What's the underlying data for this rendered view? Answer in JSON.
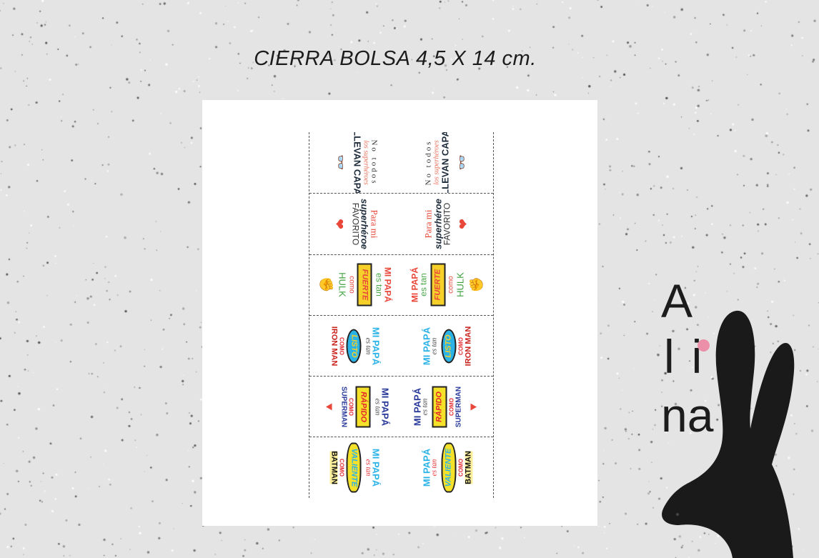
{
  "title": "CIERRA BOLSA 4,5 X 14 cm.",
  "logo": {
    "line1": "A",
    "line2": "li",
    "line3": "na",
    "accent_color": "#ec8fa8"
  },
  "stickers": [
    {
      "lines": [
        "No todos",
        "los superhéroes",
        "LLEVAN CAPA"
      ],
      "icon": "glasses-icon",
      "glyph": "👓"
    },
    {
      "lines": [
        "Para mi",
        "superhéroe",
        "FAVORITO"
      ],
      "icon": "heart-icon",
      "glyph": "❤"
    },
    {
      "lines": [
        "MI PAPÁ",
        "es tan",
        "FUERTE",
        "como",
        "HULK"
      ],
      "icon": "fist-icon",
      "glyph": "✊"
    },
    {
      "lines": [
        "MI PAPÁ",
        "es tan",
        "LISTO",
        "COMO",
        "IRON MAN"
      ],
      "icon": "bubble-icon",
      "glyph": ""
    },
    {
      "lines": [
        "MI PAPÁ",
        "es tan",
        "RÁPIDO",
        "COMO",
        "SUPERMAN"
      ],
      "icon": "cape-icon",
      "glyph": "⯆"
    },
    {
      "lines": [
        "MI PAPÁ",
        "es tan",
        "VALIENTE",
        "COMO",
        "BATMAN"
      ],
      "icon": "bat-icon",
      "glyph": ""
    }
  ],
  "colors": {
    "background": "#e4e4e4",
    "panel": "#ffffff"
  }
}
